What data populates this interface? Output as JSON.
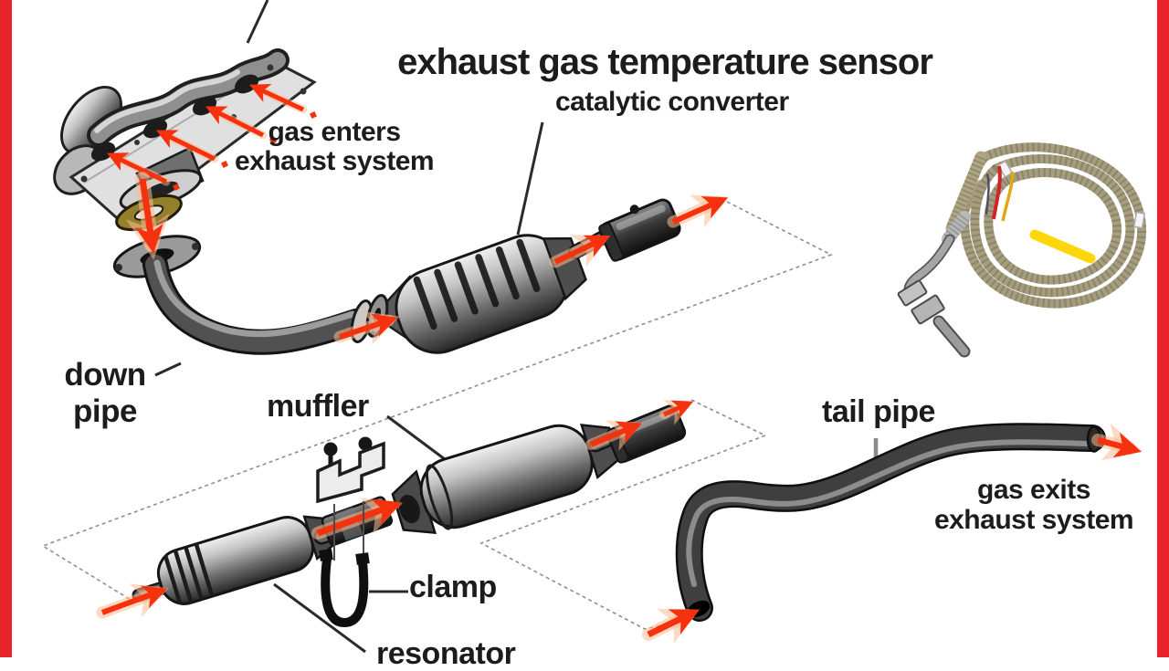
{
  "title": "exhaust gas temperature sensor",
  "diagram": {
    "labels": {
      "catalytic_converter": "catalytic converter",
      "gas_enters": [
        "gas enters",
        "exhaust system"
      ],
      "down_pipe": [
        "down",
        "pipe"
      ],
      "muffler": "muffler",
      "clamp": "clamp",
      "resonator": "resonator",
      "tail_pipe": "tail pipe",
      "gas_exits": [
        "gas exits",
        "exhaust system"
      ]
    },
    "figures": [
      "exhaust-manifold-illustration",
      "gasket-illustration",
      "down-pipe-illustration",
      "catalytic-converter-illustration",
      "pipe-coupling-illustration",
      "muffler-illustration",
      "resonator-illustration",
      "hanger-bracket-illustration",
      "u-clamp-illustration",
      "tail-pipe-illustration",
      "gas-flow-arrows",
      "egt-sensor-photo"
    ],
    "colors": {
      "border_red": "#e8232a",
      "arrow_red": "#f5310e",
      "arrow_glow": "#ffb98f",
      "gasket_olive": "#94802c",
      "dashed_gray": "#8f8f8f",
      "text": "#1c1c1c",
      "sensor_cable": "#a59d7e",
      "sensor_sleeve_yellow": "#ffd60a",
      "wire_red": "#d2232a",
      "wire_yellow": "#e0a818"
    }
  }
}
